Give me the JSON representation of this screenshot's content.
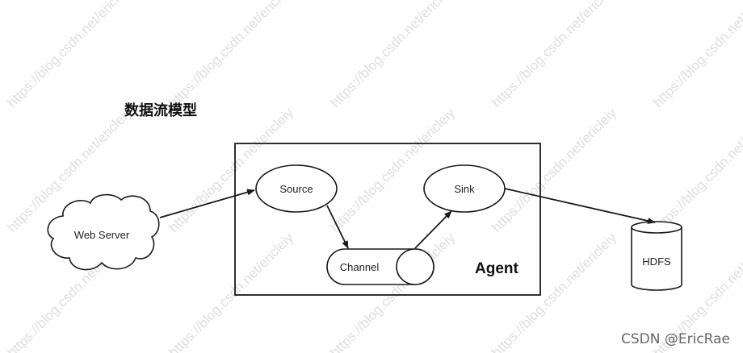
{
  "diagram": {
    "title": "数据流模型",
    "container_label": "Agent",
    "nodes": {
      "web_server": "Web Server",
      "source": "Source",
      "channel": "Channel",
      "sink": "Sink",
      "hdfs": "HDFS"
    }
  },
  "watermark": {
    "text": "https://blog.csdn.net/ericleiy",
    "credit": "CSDN @EricRae"
  },
  "colors": {
    "stroke": "#1a1a1a",
    "watermark": "#dedede"
  }
}
